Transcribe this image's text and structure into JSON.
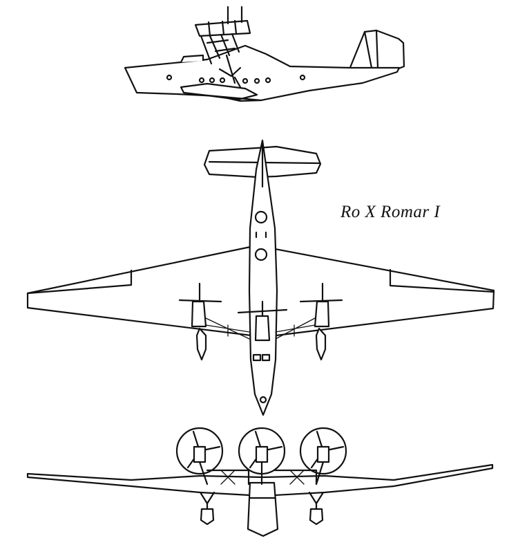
{
  "drawing": {
    "caption": "Ro X Romar I",
    "views": [
      "side-view",
      "top-view",
      "front-view"
    ]
  }
}
